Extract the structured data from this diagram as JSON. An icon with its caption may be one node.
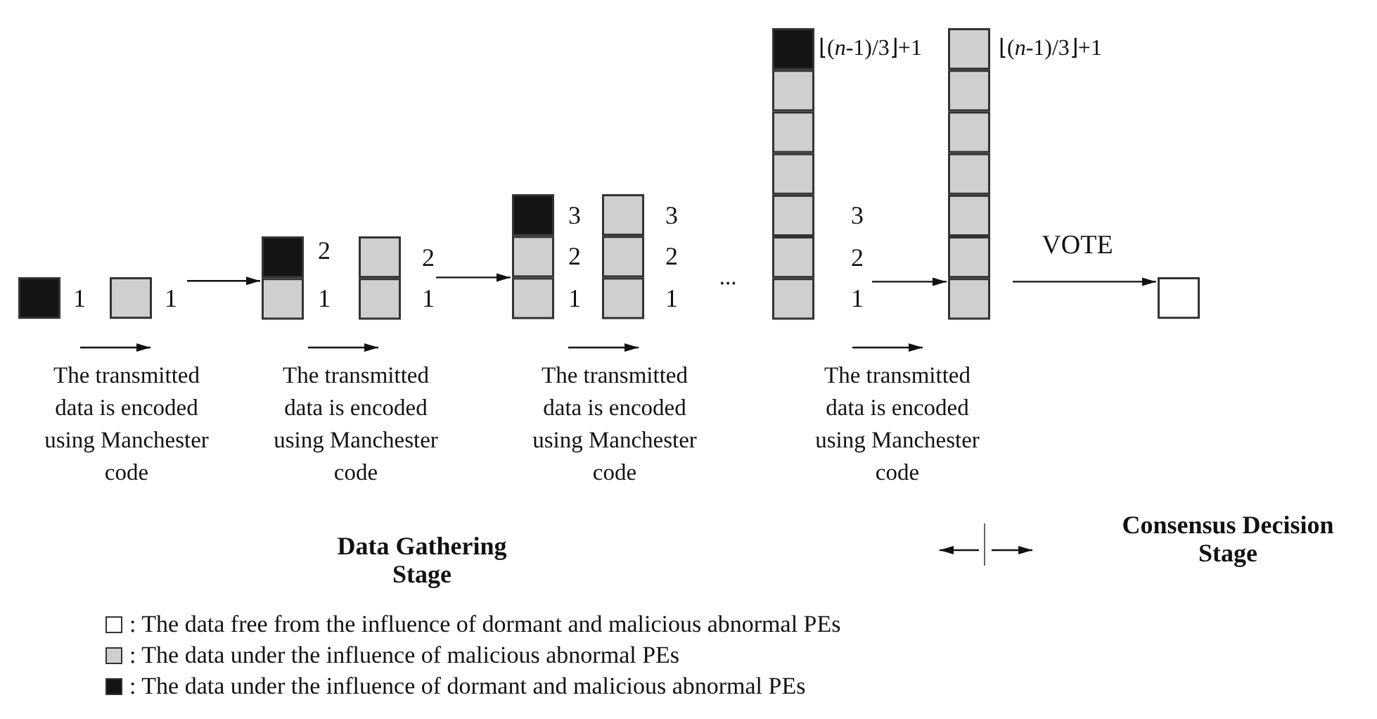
{
  "diagram": {
    "nodes": [
      {
        "text": [],
        "shape": "box",
        "beside": [
          "1"
        ]
      },
      {
        "text": [],
        "shape": "box",
        "beside": [
          "1"
        ]
      },
      {
        "text": [],
        "shape": "bar",
        "beside": [
          "2",
          "1"
        ]
      },
      {
        "text": [],
        "shape": "bar",
        "beside": [
          "2",
          "1"
        ]
      },
      {
        "text": [],
        "shape": "bar",
        "beside": [
          "3",
          "2",
          "1"
        ]
      },
      {
        "text": [],
        "shape": "bar",
        "beside": [
          "3",
          "2",
          "1"
        ]
      },
      {
        "text": [],
        "shape": "bar",
        "beside": [
          "⌊(*n*-1)/3⌋+1",
          "3",
          "2",
          "1"
        ]
      },
      {
        "text": [],
        "shape": "bar",
        "beside": [
          "⌊(*n*-1)/3⌋+1"
        ]
      },
      {
        "text": [],
        "shape": "box"
      }
    ],
    "edges": [
      {
        "from": 1,
        "to": 2,
        "arrow": "to"
      },
      {
        "from": 3,
        "to": 4,
        "arrow": "to"
      },
      {
        "from": 6,
        "to": 7,
        "arrow": "to"
      },
      {
        "from": 7,
        "to": 8,
        "arrow": "to",
        "label": "VOTE"
      }
    ],
    "labels": [
      "The transmitted data is encoded using Manchester code",
      "The transmitted data is encoded using Manchester code",
      "The transmitted data is encoded using Manchester code",
      "...",
      "The transmitted data is encoded using Manchester code",
      "Data Gathering Stage",
      "Consensus Decision Stage"
    ],
    "legend": [
      {
        "text": ": The data free from the influence of  dormant and malicious abnormal PEs",
        "color": "#ffffff"
      },
      {
        "text": ": The data under the influence of  malicious abnormal PEs",
        "color": "#cfcfcf"
      },
      {
        "text": ": The data under the influence of  dormant and malicious abnormal PEs",
        "color": "#141414"
      }
    ]
  }
}
